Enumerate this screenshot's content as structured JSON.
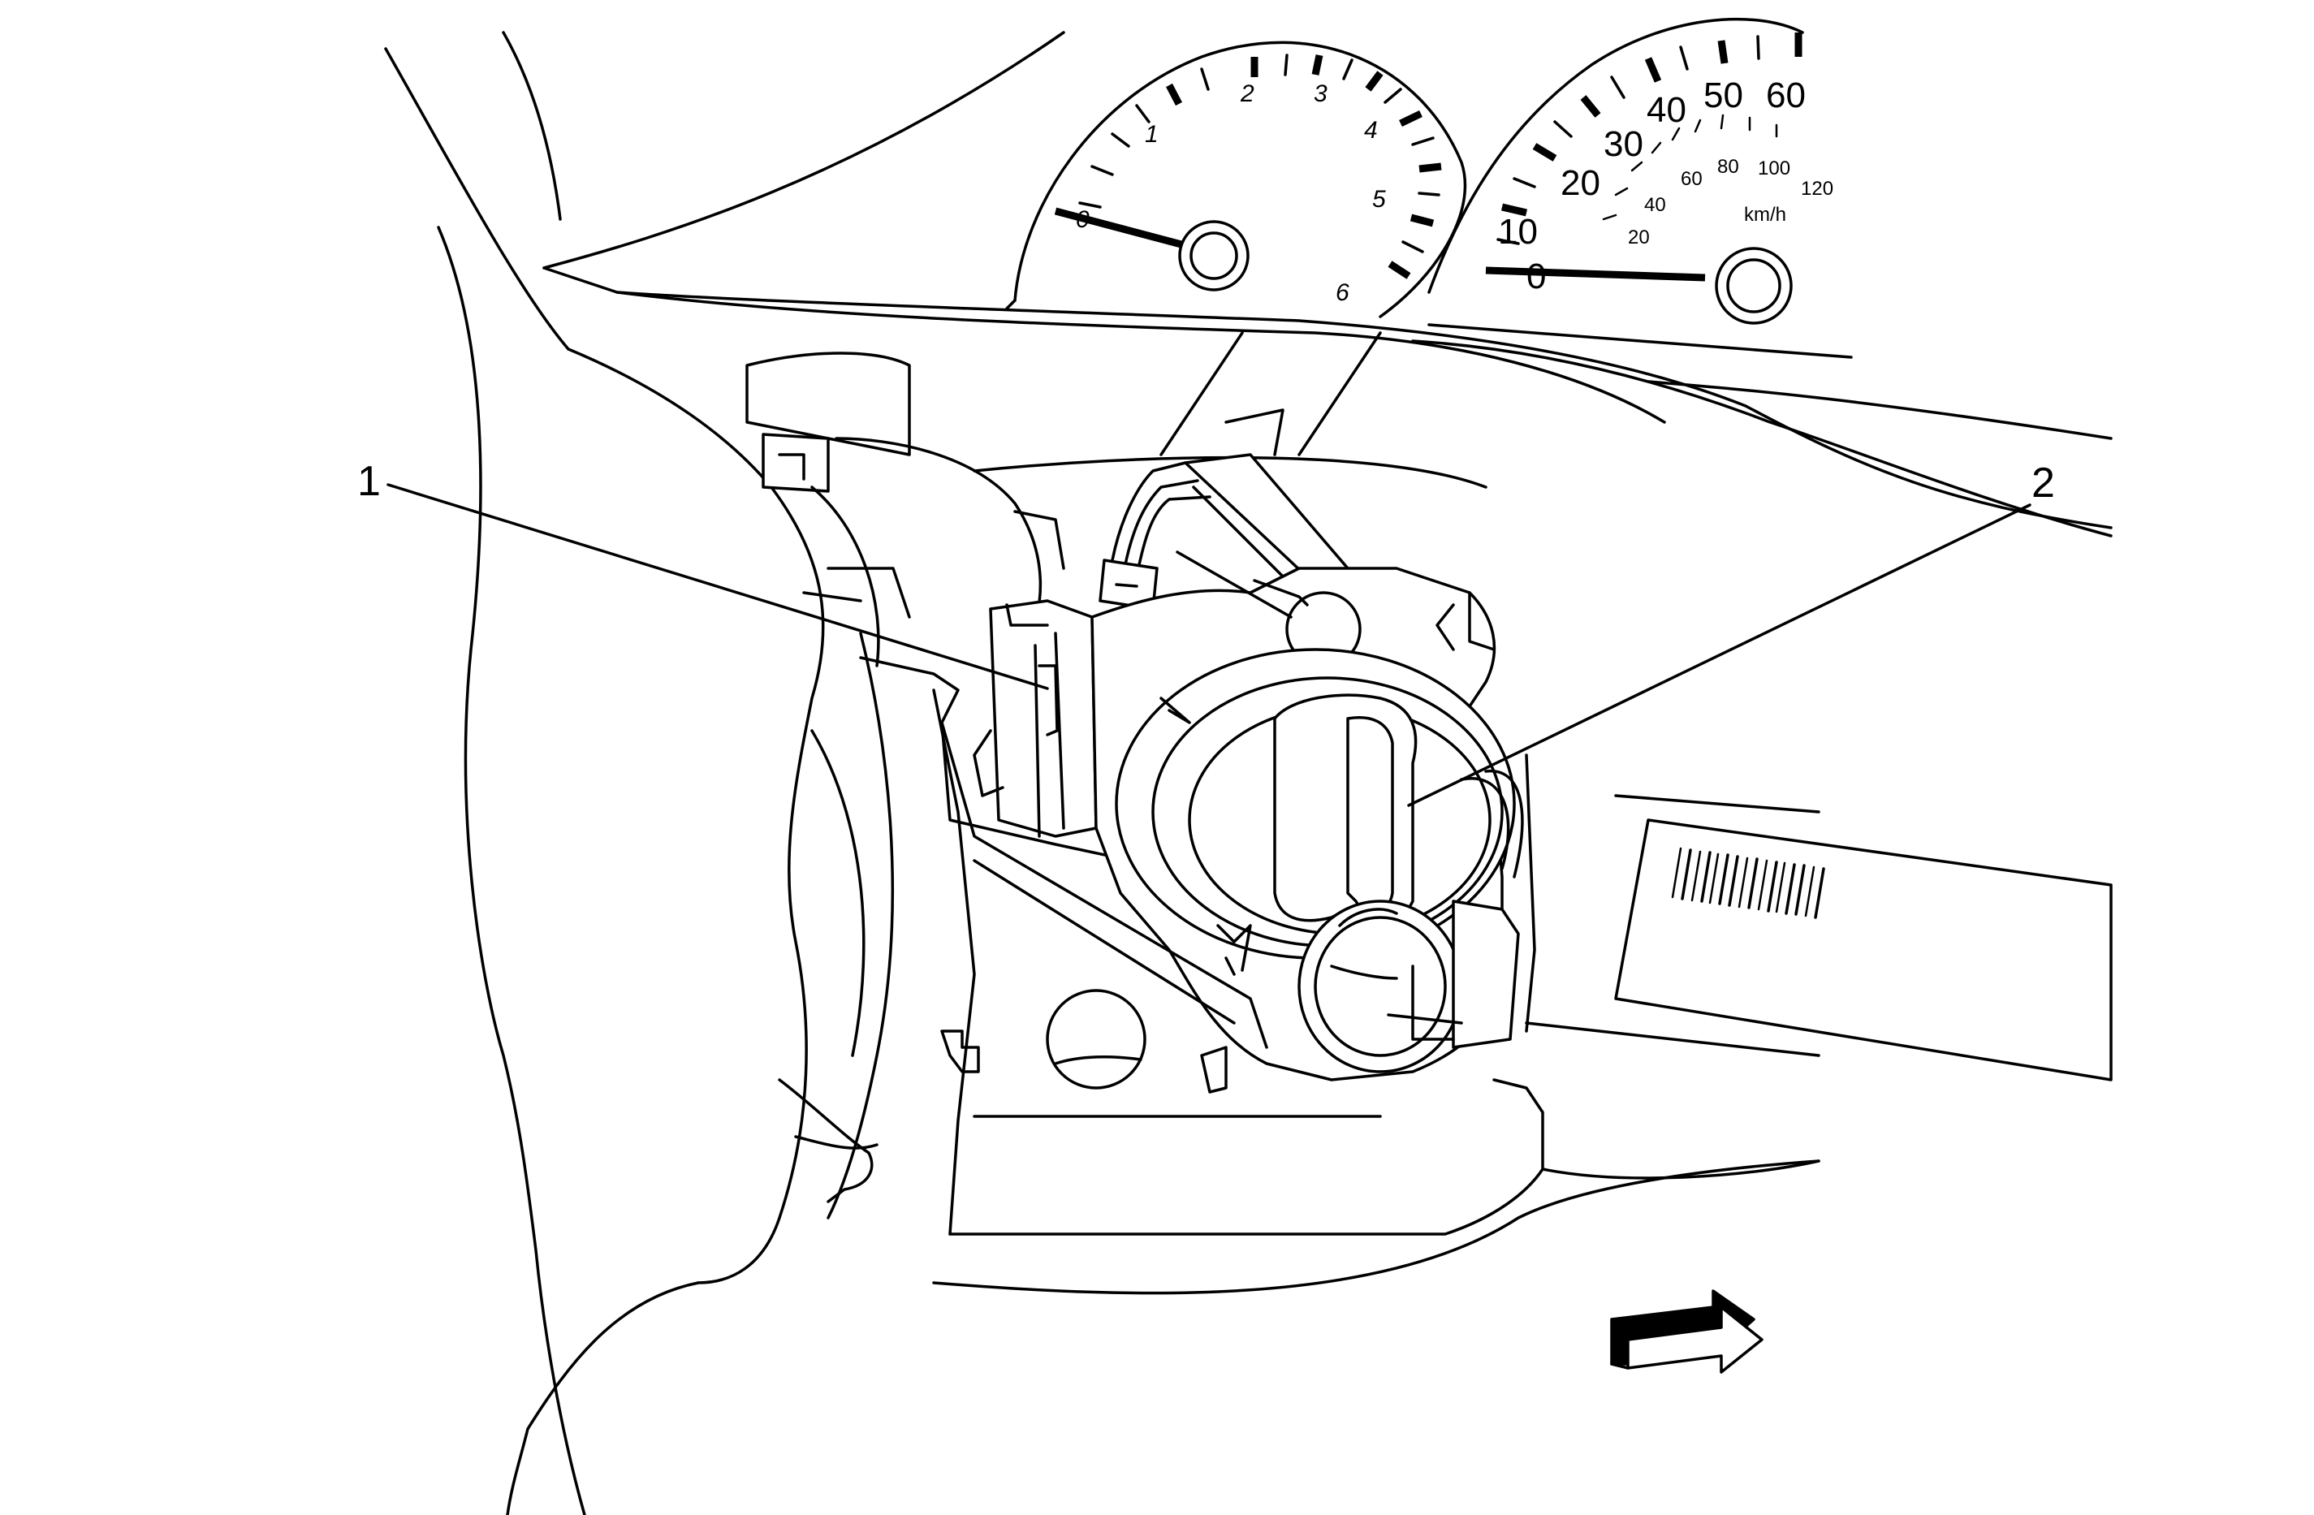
{
  "callouts": [
    {
      "label": "1"
    },
    {
      "label": "2"
    }
  ],
  "tachometer": {
    "ticks": [
      "0",
      "1",
      "2",
      "3",
      "4",
      "5",
      "6"
    ]
  },
  "speedometer": {
    "mph": [
      "0",
      "10",
      "20",
      "30",
      "40",
      "50",
      "60"
    ],
    "kmh": [
      "20",
      "40",
      "60",
      "80",
      "100",
      "120"
    ],
    "unit": "km/h"
  },
  "icons": {
    "direction": "view-direction-arrow-icon"
  }
}
